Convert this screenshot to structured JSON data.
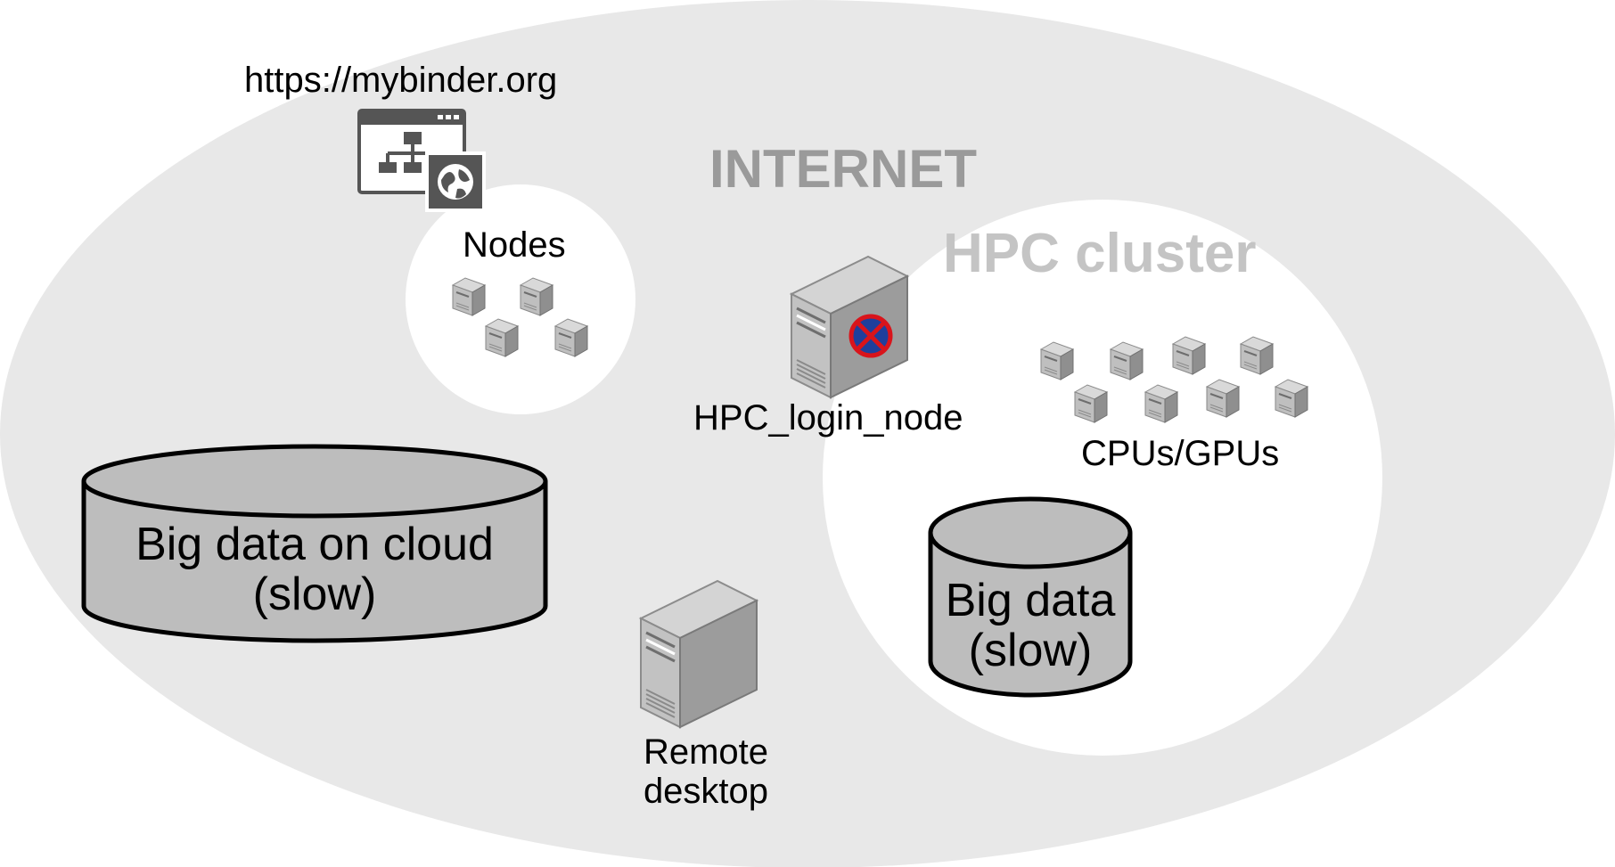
{
  "internet": {
    "title": "INTERNET"
  },
  "hpc": {
    "title": "HPC cluster"
  },
  "binder": {
    "url": "https://mybinder.org",
    "icon": "web-app-icon"
  },
  "nodes": {
    "label": "Nodes",
    "count": 4
  },
  "login_node": {
    "label": "HPC_login_node",
    "icon": "server-blocked-icon"
  },
  "cpus": {
    "label": "CPUs/GPUs",
    "count": 8
  },
  "cloud_db": {
    "line1": "Big data on cloud",
    "line2": "(slow)"
  },
  "hpc_db": {
    "line1": "Big data",
    "line2": "(slow)"
  },
  "remote": {
    "line1": "Remote",
    "line2": "desktop",
    "icon": "server-icon"
  },
  "colors": {
    "internet_fill": "#e8e8e8",
    "cluster_fill": "#ffffff",
    "title_gray": "#9a9a9a",
    "hpc_title_gray": "#c4c4c4",
    "db_fill": "#bdbdbd",
    "block_red": "#d9141b",
    "block_blue": "#1f3f9c"
  }
}
